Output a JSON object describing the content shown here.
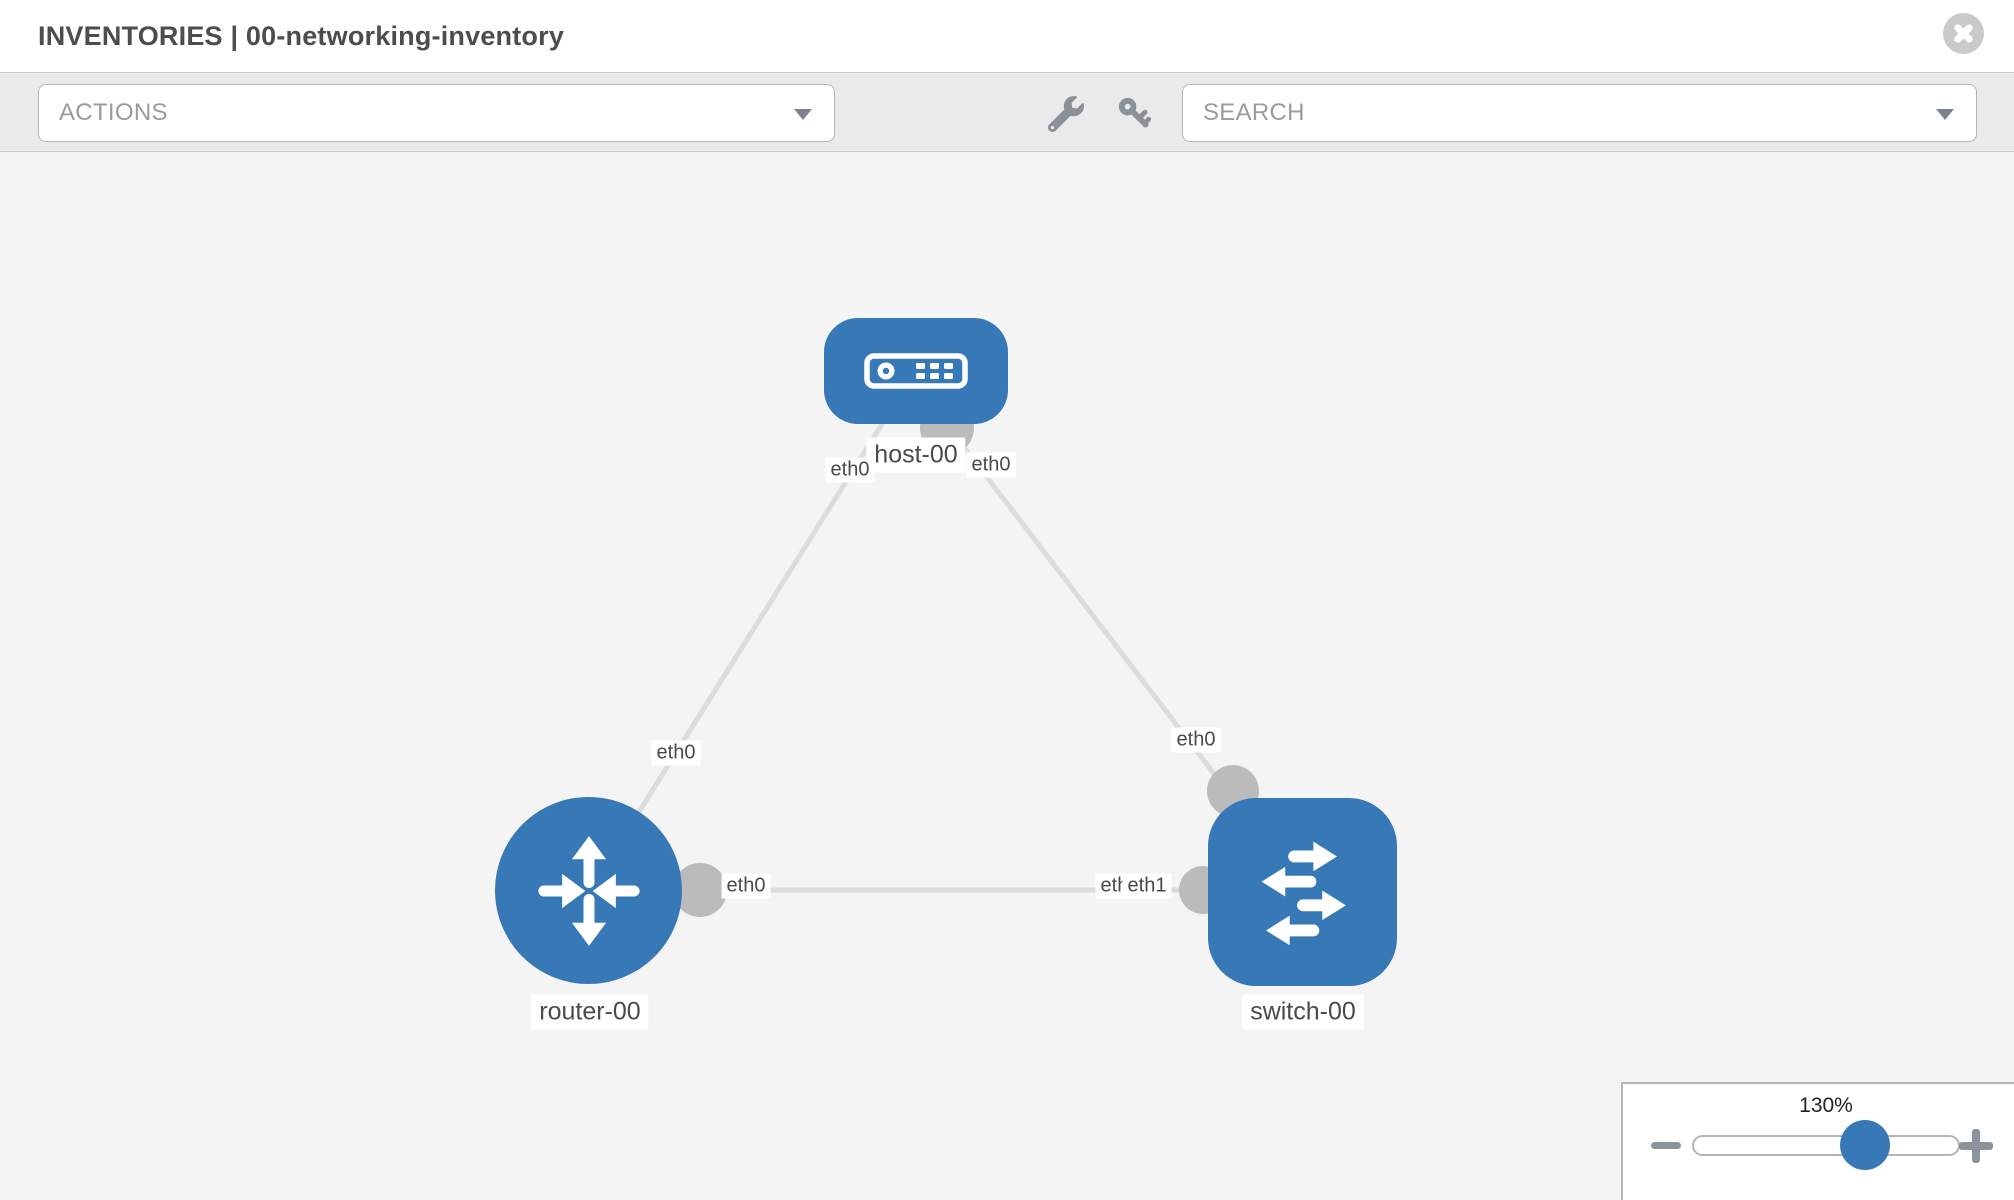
{
  "window": {
    "title": "INVENTORIES | 00-networking-inventory"
  },
  "toolbar": {
    "actions_dropdown": {
      "value": "ACTIONS"
    },
    "search_dropdown": {
      "value": "SEARCH"
    },
    "icons": [
      "wrench-icon",
      "key-icon"
    ]
  },
  "topology": {
    "nodes": [
      {
        "label": "host-00",
        "type": "host"
      },
      {
        "label": "router-00",
        "type": "router"
      },
      {
        "label": "switch-00",
        "type": "switch"
      }
    ],
    "links": [
      {
        "from": "router-00",
        "to": "host-00",
        "from_label": "eth0",
        "to_label": "eth0"
      },
      {
        "from": "host-00",
        "to": "switch-00",
        "from_label": "eth0",
        "to_label": "eth0"
      },
      {
        "from": "router-00",
        "to": "switch-00",
        "from_label": "eth0",
        "to_label": "eth1",
        "to_label_behind": "eth0"
      }
    ]
  },
  "zoom_control": {
    "level": "130%"
  },
  "colors": {
    "node_blue": "#3778b7",
    "link_gray": "#dcdcdc",
    "connector_gray": "#bbbbbb",
    "canvas_bg": "#f4f4f4",
    "toolbar_bg": "#eaeaea",
    "close_button_gray": "#cacaca",
    "icon_gray": "#8b9199"
  }
}
